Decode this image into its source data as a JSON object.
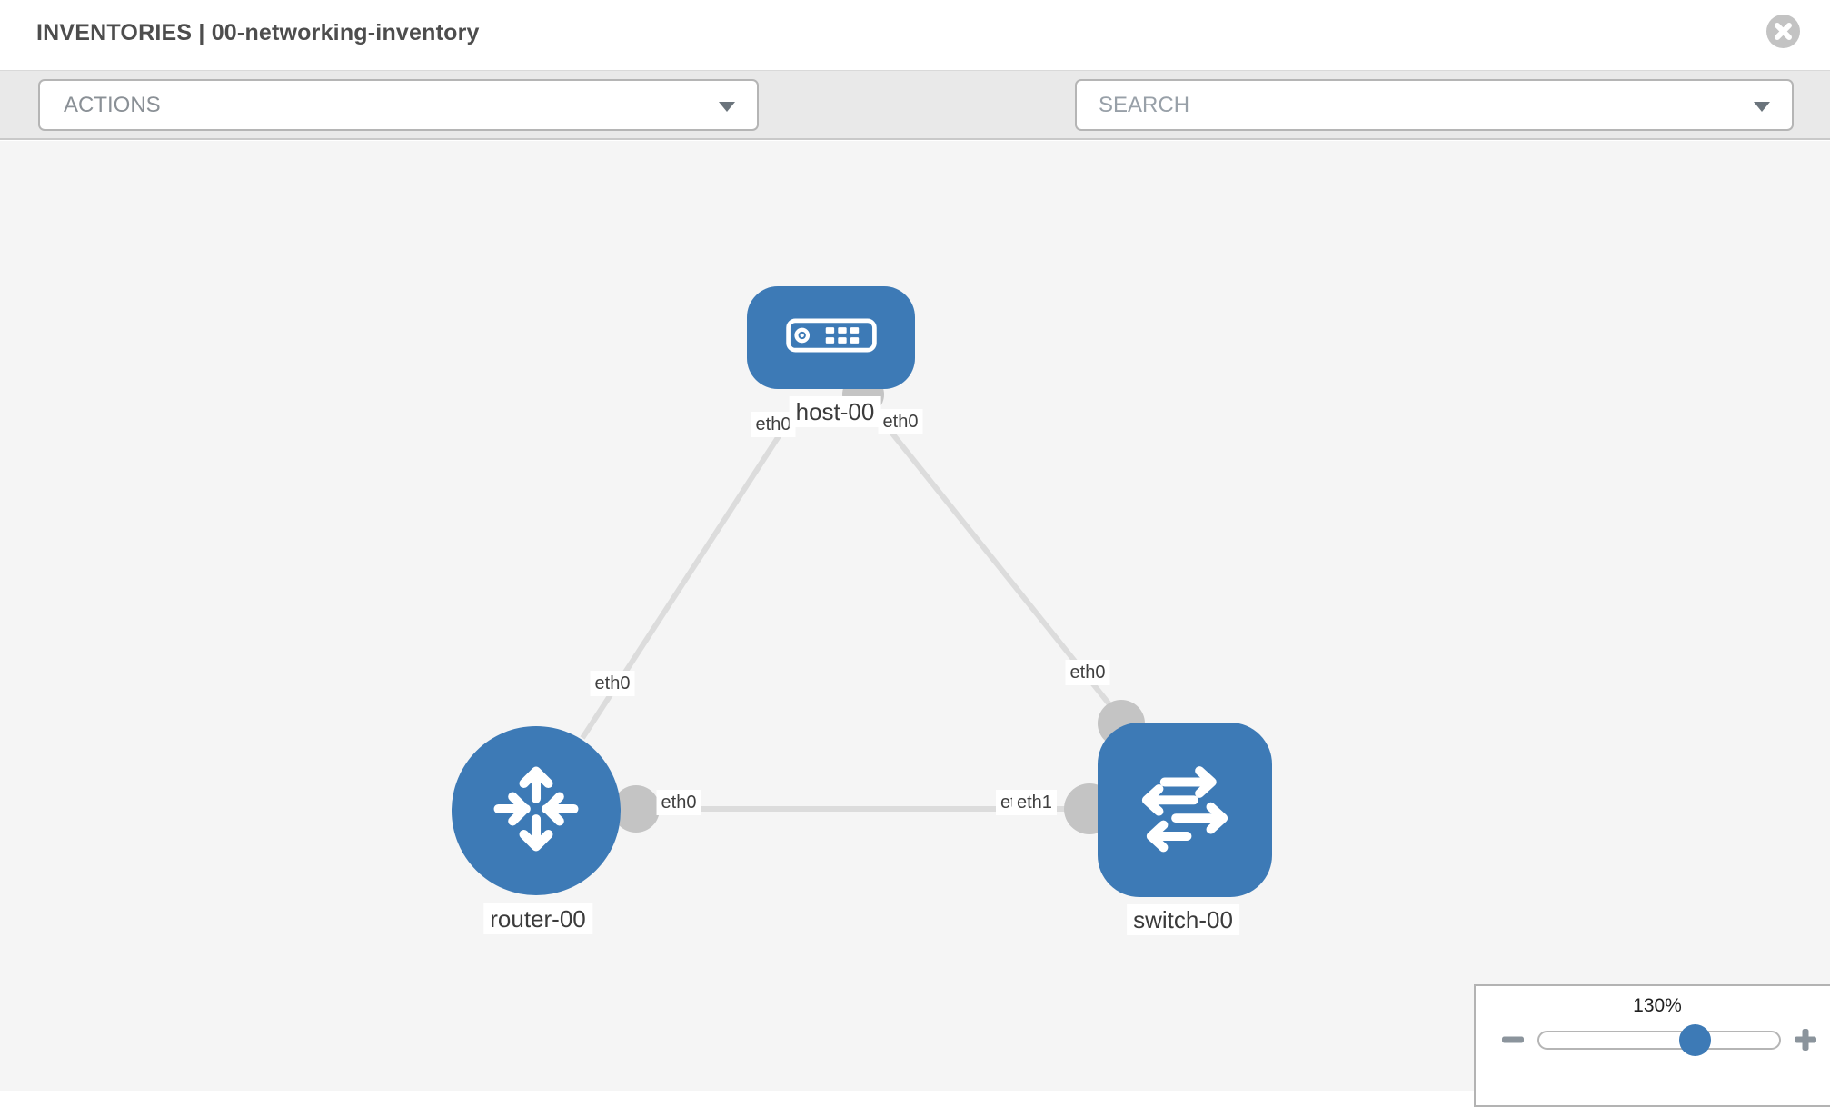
{
  "header": {
    "title": "INVENTORIES | 00-networking-inventory"
  },
  "toolbar": {
    "actions_label": "ACTIONS",
    "search_placeholder": "SEARCH"
  },
  "icons": {
    "close": "x-circle-icon",
    "wrench": "wrench-icon",
    "key": "key-icon",
    "dropdown_caret": "chevron-down-icon",
    "zoom_out": "minus-icon",
    "zoom_in": "plus-icon"
  },
  "topology": {
    "nodes": [
      {
        "label": "host-00",
        "type": "host"
      },
      {
        "label": "router-00",
        "type": "router"
      },
      {
        "label": "switch-00",
        "type": "switch"
      }
    ],
    "links": [
      {
        "from": "host-00",
        "from_iface": "eth0",
        "to": "router-00",
        "to_iface": "eth0"
      },
      {
        "from": "host-00",
        "from_iface": "eth0",
        "to": "switch-00",
        "to_iface": "eth0"
      },
      {
        "from": "router-00",
        "from_iface": "eth0",
        "to": "switch-00",
        "to_iface": "eth1"
      }
    ]
  },
  "zoom_control": {
    "level": "130%"
  },
  "colors": {
    "node_blue": "#3d7ab6",
    "port_gray": "#c4c4c4",
    "link_gray": "#dcdcdc",
    "canvas_bg": "#f5f5f5",
    "toolbar_bg": "#e9e9e9"
  }
}
